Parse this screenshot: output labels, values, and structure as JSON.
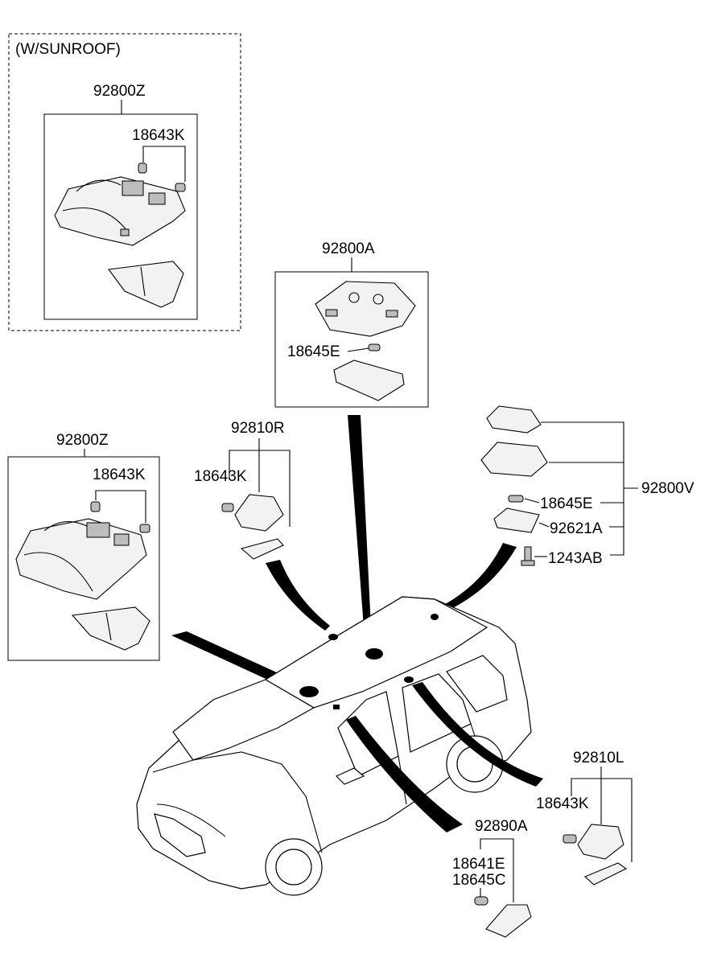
{
  "sunroof_box": {
    "title": "(W/SUNROOF)",
    "assembly": "92800Z",
    "bulb": "18643K"
  },
  "overhead_console": {
    "assembly": "92800Z",
    "bulb": "18643K"
  },
  "map_lamp": {
    "assembly": "92800A",
    "bulb": "18645E"
  },
  "room_lamp_right": {
    "assembly": "92810R",
    "bulb": "18643K"
  },
  "room_lamp_rear": {
    "assembly": "92800V",
    "bulb": "18645E",
    "lens": "92621A",
    "screw": "1243AB"
  },
  "room_lamp_left": {
    "assembly": "92810L",
    "bulb": "18643K"
  },
  "vanity_lamp": {
    "assembly": "92890A",
    "bulb_a": "18641E",
    "bulb_b": "18645C"
  }
}
